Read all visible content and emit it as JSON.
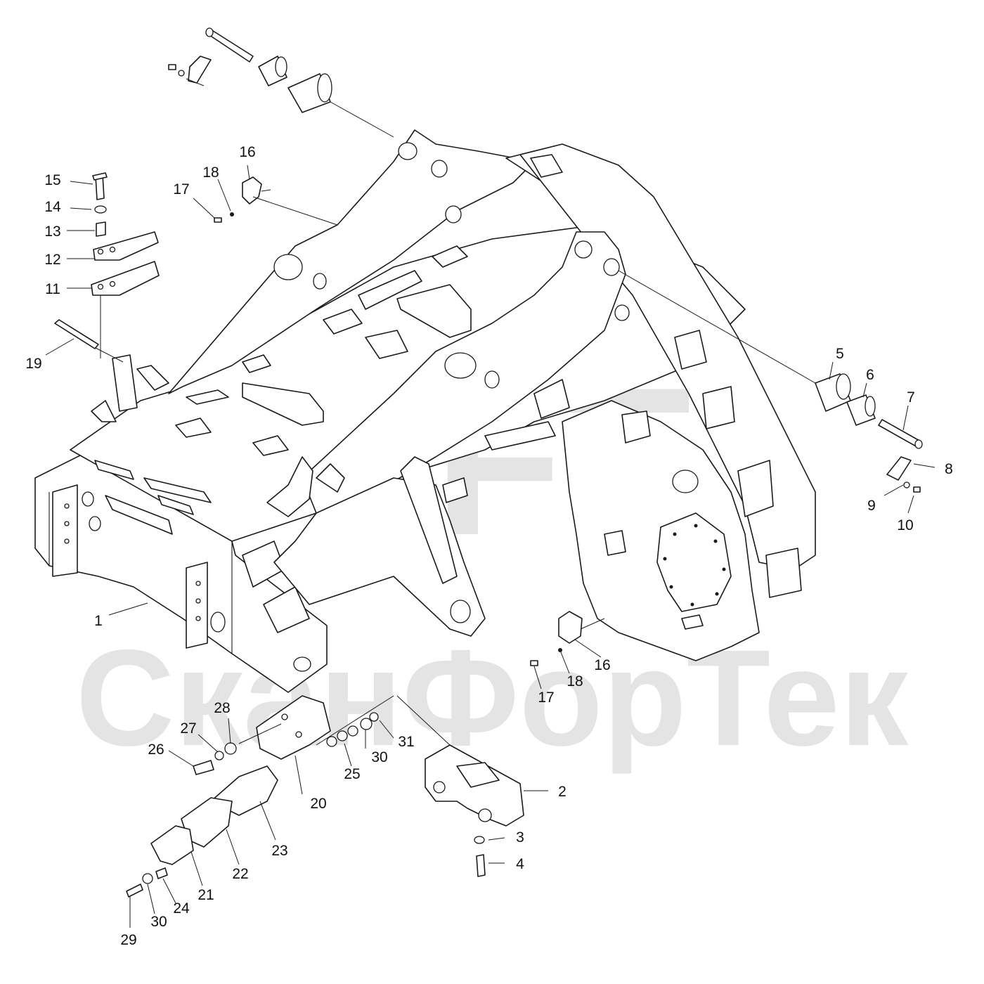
{
  "watermark": {
    "top": "SFT",
    "bottom": "СканФорТек",
    "color": "#cfcfcf"
  },
  "callouts": [
    "1",
    "2",
    "3",
    "4",
    "5",
    "6",
    "7",
    "8",
    "9",
    "10",
    "11",
    "12",
    "13",
    "14",
    "15",
    "16",
    "17",
    "18",
    "19",
    "20",
    "21",
    "22",
    "23",
    "24",
    "25",
    "26",
    "27",
    "28",
    "29",
    "30",
    "31"
  ],
  "callouts_extra": [
    "16",
    "17",
    "18",
    "30"
  ],
  "colors": {
    "line": "#1a1a1a",
    "background": "#ffffff"
  }
}
